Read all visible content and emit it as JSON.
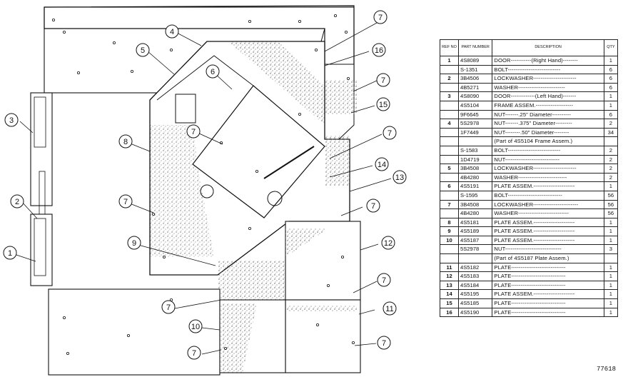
{
  "callouts": [
    "7",
    "4",
    "5",
    "16",
    "6",
    "7",
    "15",
    "3",
    "7",
    "7",
    "8",
    "14",
    "13",
    "2",
    "7",
    "7",
    "1",
    "9",
    "12",
    "7",
    "7",
    "11",
    "10",
    "7",
    "7"
  ],
  "parts_table": {
    "headers": [
      "REF NO",
      "PART NUMBER",
      "DESCRIPTION",
      "QTY"
    ],
    "rows": [
      {
        "ref": "1",
        "pn": "4S8089",
        "desc": "DOOR-----------(Right Hand)--------",
        "qty": "1"
      },
      {
        "ref": "",
        "pn": "S-1351",
        "desc": "BOLT----------------------------",
        "qty": "6"
      },
      {
        "ref": "2",
        "pn": "3B4506",
        "desc": "LOCKWASHER-----------------------",
        "qty": "6"
      },
      {
        "ref": "",
        "pn": "4B5271",
        "desc": "WASHER-------------------------",
        "qty": "6"
      },
      {
        "ref": "3",
        "pn": "4S8090",
        "desc": "DOOR-------------(Left Hand)-------",
        "qty": "1"
      },
      {
        "ref": "",
        "pn": "4S5104",
        "desc": "FRAME ASSEM.--------------------",
        "qty": "1"
      },
      {
        "ref": "",
        "pn": "9F6645",
        "desc": "NUT-------.25\" Diameter----------",
        "qty": "6"
      },
      {
        "ref": "4",
        "pn": "5S2978",
        "desc": "NUT-------.375\" Diameter---------",
        "qty": "2"
      },
      {
        "ref": "",
        "pn": "1F7449",
        "desc": "NUT--------.50\" Diameter--------",
        "qty": "34"
      },
      {
        "ref": "",
        "pn": "",
        "desc": "(Part of 4S5104 Frame Assem.)",
        "qty": ""
      },
      {
        "ref": "",
        "pn": "S-1583",
        "desc": "BOLT----------------------------",
        "qty": "2"
      },
      {
        "ref": "",
        "pn": "1D4719",
        "desc": "NUT-----------------------------",
        "qty": "2"
      },
      {
        "ref": "5",
        "pn": "3B4508",
        "desc": "LOCKWASHER-----------------------",
        "qty": "2"
      },
      {
        "ref": "",
        "pn": "4B4280",
        "desc": "WASHER--------------------------",
        "qty": "2"
      },
      {
        "ref": "6",
        "pn": "4S5191",
        "desc": "PLATE ASSEM.----------------------",
        "qty": "1"
      },
      {
        "ref": "",
        "pn": "S-1595",
        "desc": "BOLT-----------------------------",
        "qty": "56"
      },
      {
        "ref": "7",
        "pn": "3B4508",
        "desc": "LOCKWASHER------------------------",
        "qty": "56"
      },
      {
        "ref": "",
        "pn": "4B4280",
        "desc": "WASHER---------------------------",
        "qty": "56"
      },
      {
        "ref": "8",
        "pn": "4S5181",
        "desc": "PLATE ASSEM.----------------------",
        "qty": "1"
      },
      {
        "ref": "9",
        "pn": "4S5189",
        "desc": "PLATE ASSEM.----------------------",
        "qty": "1"
      },
      {
        "ref": "10",
        "pn": "4S5187",
        "desc": "PLATE ASSEM.----------------------",
        "qty": "1"
      },
      {
        "ref": "",
        "pn": "5S2978",
        "desc": "NUT------------------------------",
        "qty": "3"
      },
      {
        "ref": "",
        "pn": "",
        "desc": "(Part of 4S5187 Plate Assem.)",
        "qty": ""
      },
      {
        "ref": "11",
        "pn": "4S5182",
        "desc": "PLATE-----------------------------",
        "qty": "1"
      },
      {
        "ref": "12",
        "pn": "4S5183",
        "desc": "PLATE-----------------------------",
        "qty": "1"
      },
      {
        "ref": "13",
        "pn": "4S5184",
        "desc": "PLATE-----------------------------",
        "qty": "1"
      },
      {
        "ref": "14",
        "pn": "4S5195",
        "desc": "PLATE ASSEM.----------------------",
        "qty": "1"
      },
      {
        "ref": "15",
        "pn": "4S5185",
        "desc": "PLATE-----------------------------",
        "qty": "1"
      },
      {
        "ref": "16",
        "pn": "4S5190",
        "desc": "PLATE-----------------------------",
        "qty": "1"
      }
    ]
  },
  "drawing_number": "77618"
}
